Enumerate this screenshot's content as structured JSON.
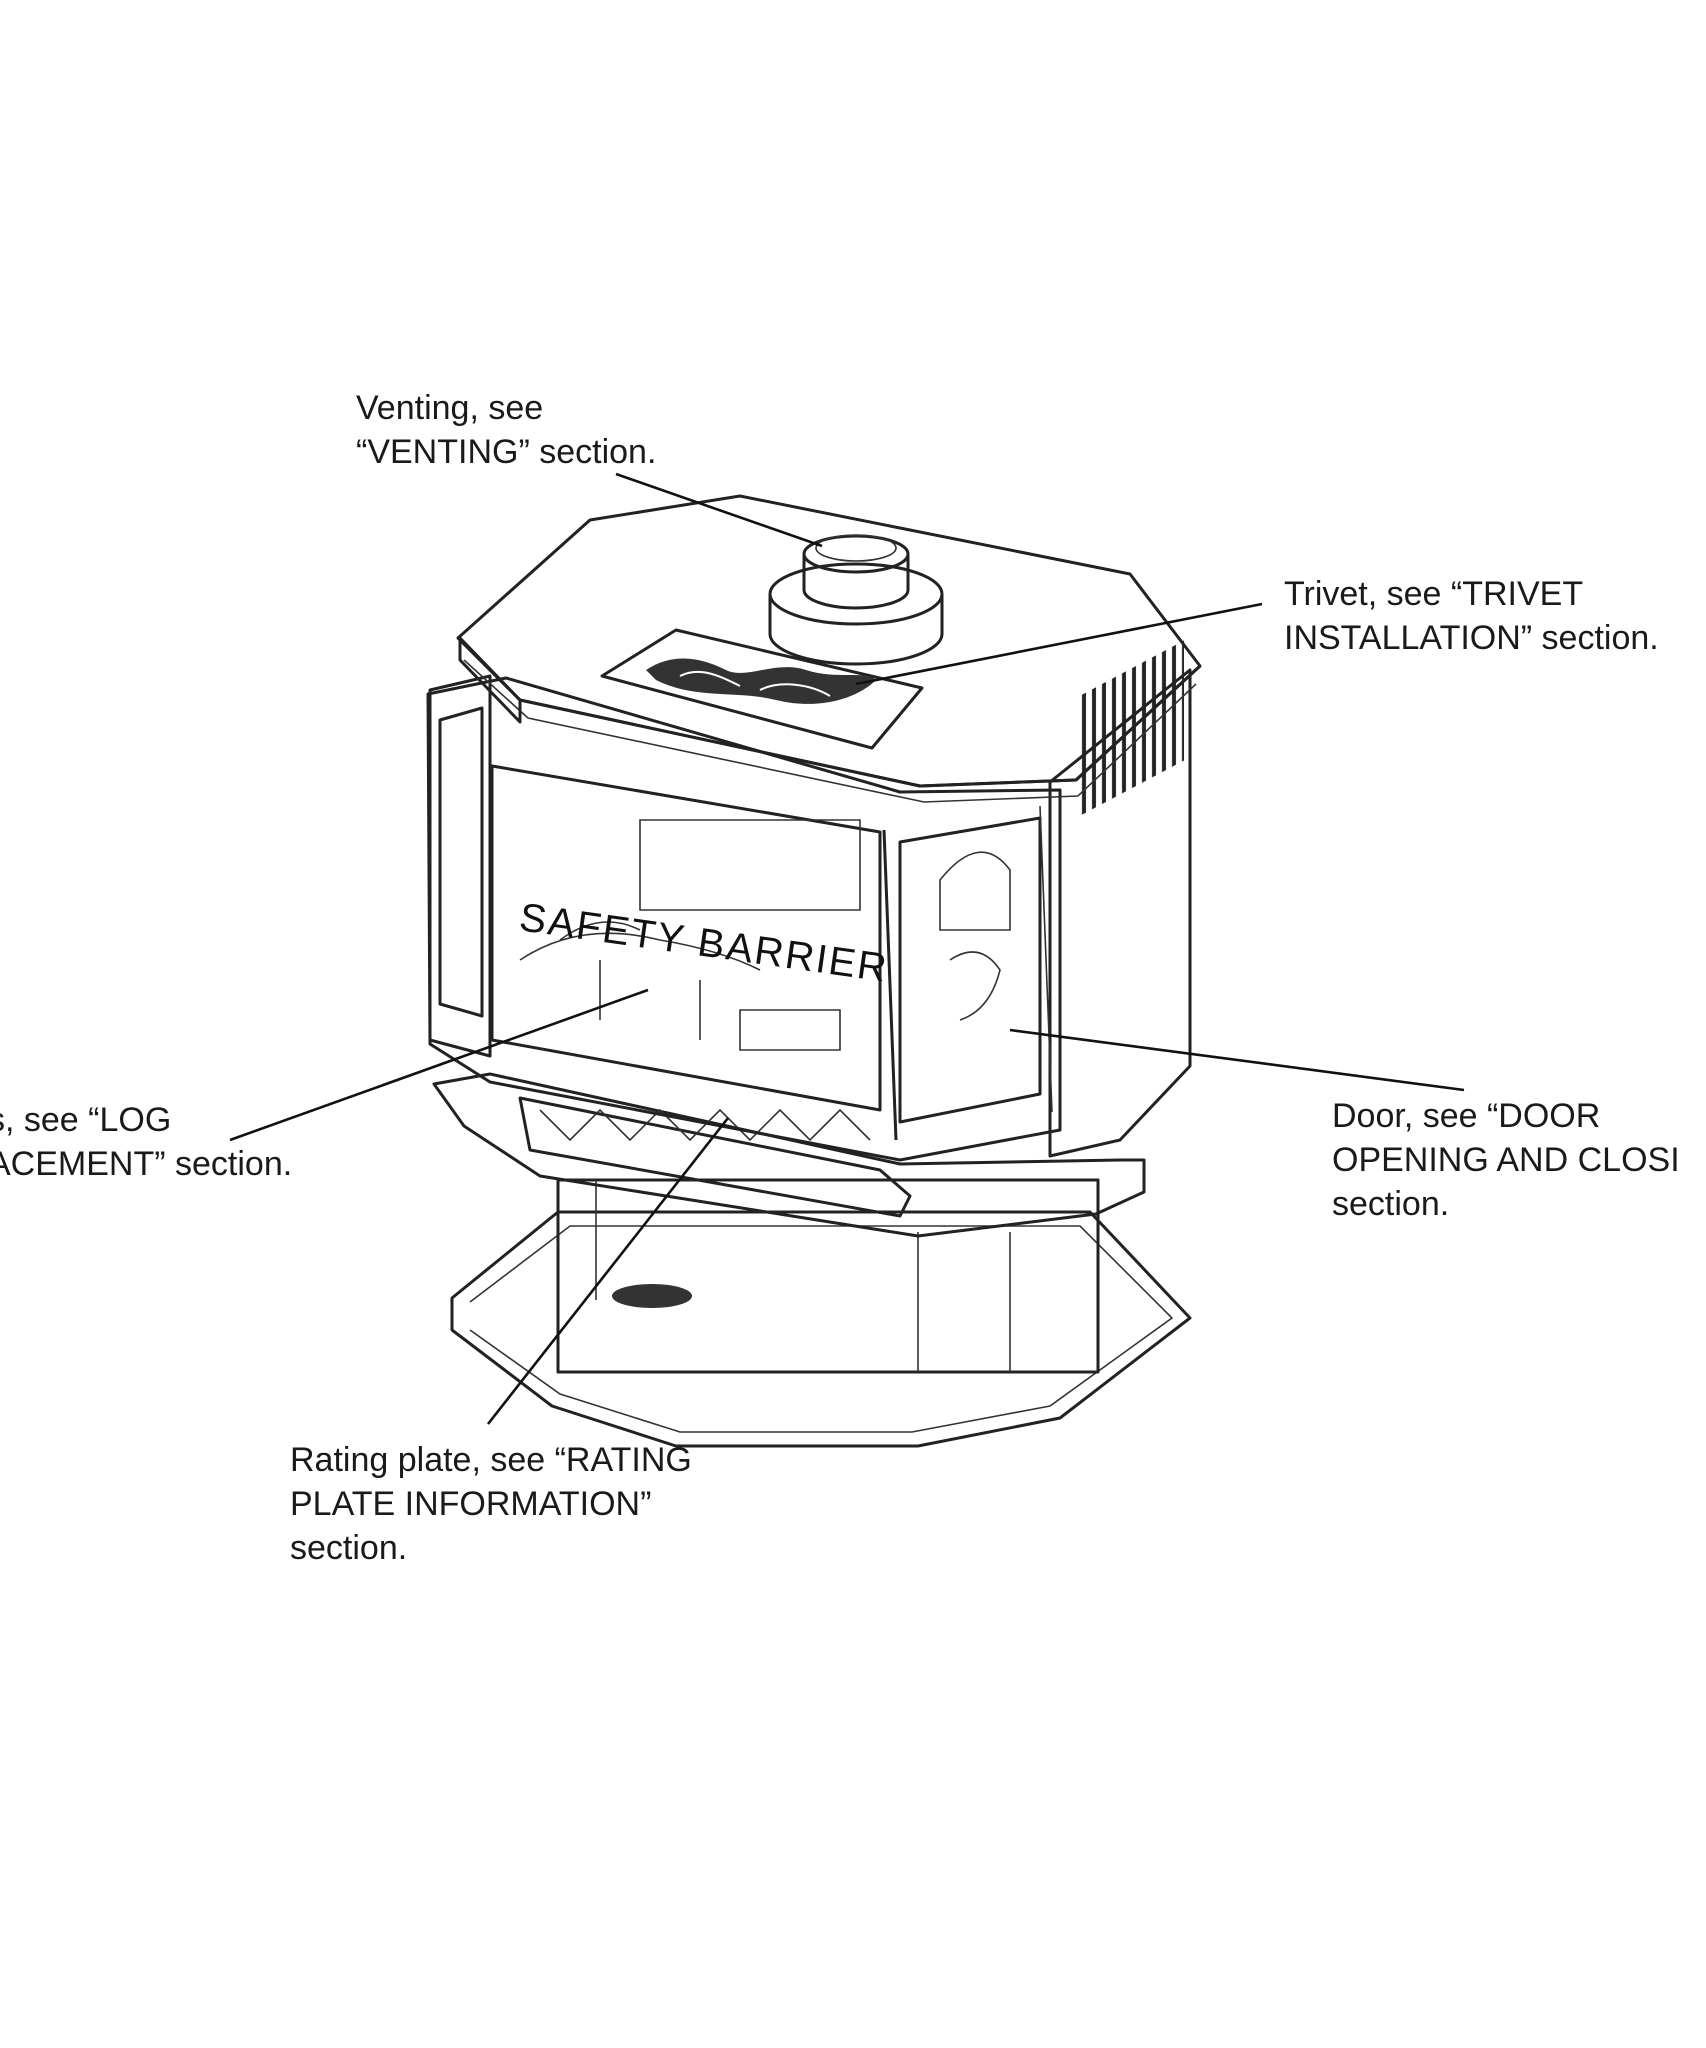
{
  "diagram": {
    "safety_barrier_label": "SAFETY BARRIER",
    "callouts": {
      "venting": [
        "Venting, see",
        "“VENTING” section."
      ],
      "trivet": [
        "Trivet, see “TRIVET",
        "INSTALLATION” section."
      ],
      "logs": [
        "s, see “LOG",
        "ACEMENT” section."
      ],
      "door": [
        "Door, see “DOOR",
        "OPENING AND CLOSI",
        "section."
      ],
      "rating": [
        "Rating plate, see “RATING",
        "PLATE INFORMATION”",
        "section."
      ]
    }
  }
}
